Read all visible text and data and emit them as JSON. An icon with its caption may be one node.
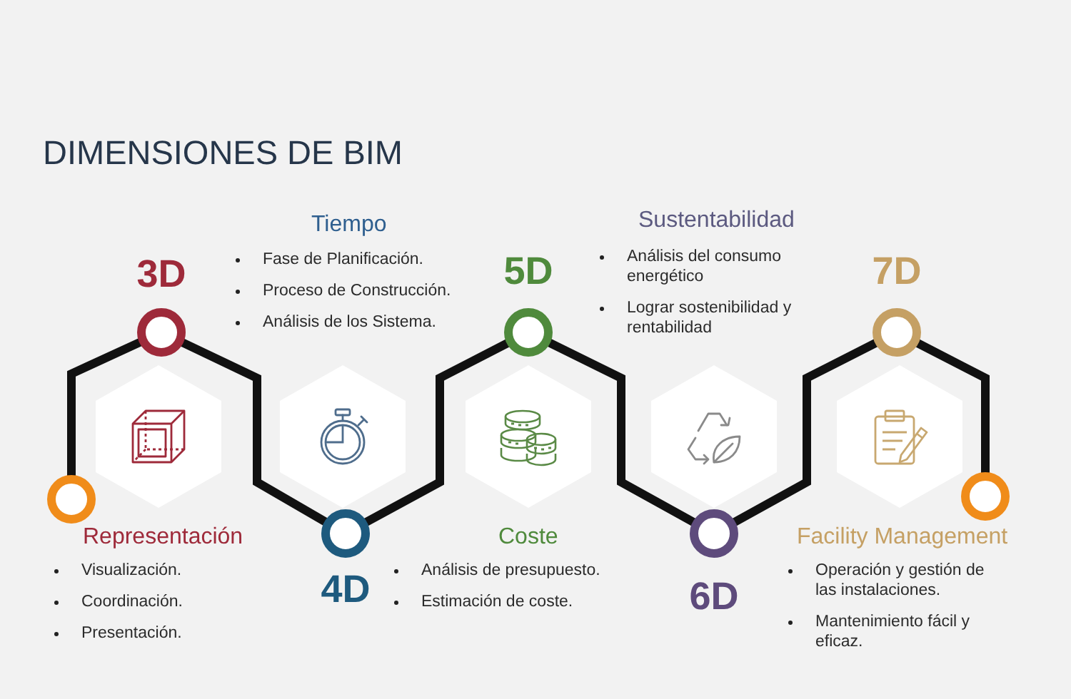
{
  "diagram": {
    "title": "DIMENSIONES DE BIM",
    "nodes": [
      {
        "text": [],
        "shape": "circle"
      },
      {
        "text": [],
        "shape": "circle",
        "beside": [
          "3D"
        ]
      },
      {
        "text": [],
        "shape": "hexagon",
        "beside": [
          "Representación",
          "Visualización.",
          "Coordinación.",
          "Presentación."
        ]
      },
      {
        "text": [],
        "shape": "hexagon",
        "beside": [
          "Tiempo",
          "Fase de Planificación.",
          "Proceso de Construcción.",
          "Análisis de los Sistema."
        ]
      },
      {
        "text": [],
        "shape": "circle",
        "beside": [
          "4D"
        ]
      },
      {
        "text": [],
        "shape": "circle",
        "beside": [
          "5D"
        ]
      },
      {
        "text": [],
        "shape": "hexagon",
        "beside": [
          "Coste",
          "Análisis de presupuesto.",
          "Estimación de coste."
        ]
      },
      {
        "text": [],
        "shape": "hexagon",
        "beside": [
          "Sustentabilidad",
          "Análisis del consumo energético",
          "Lograr sostenibilidad y rentabilidad"
        ]
      },
      {
        "text": [],
        "shape": "circle",
        "beside": [
          "6D"
        ]
      },
      {
        "text": [],
        "shape": "circle",
        "beside": [
          "7D"
        ]
      },
      {
        "text": [],
        "shape": "hexagon",
        "beside": [
          "Facility Management",
          "Operación y gestión de las instalaciones.",
          "Mantenimiento fácil y eficaz."
        ]
      },
      {
        "text": [],
        "shape": "circle"
      }
    ],
    "edges": [
      {
        "from": 0,
        "to": 1,
        "arrow": "none"
      },
      {
        "from": 1,
        "to": 4,
        "arrow": "none"
      },
      {
        "from": 4,
        "to": 5,
        "arrow": "none"
      },
      {
        "from": 5,
        "to": 8,
        "arrow": "none"
      },
      {
        "from": 8,
        "to": 9,
        "arrow": "none"
      },
      {
        "from": 9,
        "to": 11,
        "arrow": "none"
      }
    ]
  }
}
